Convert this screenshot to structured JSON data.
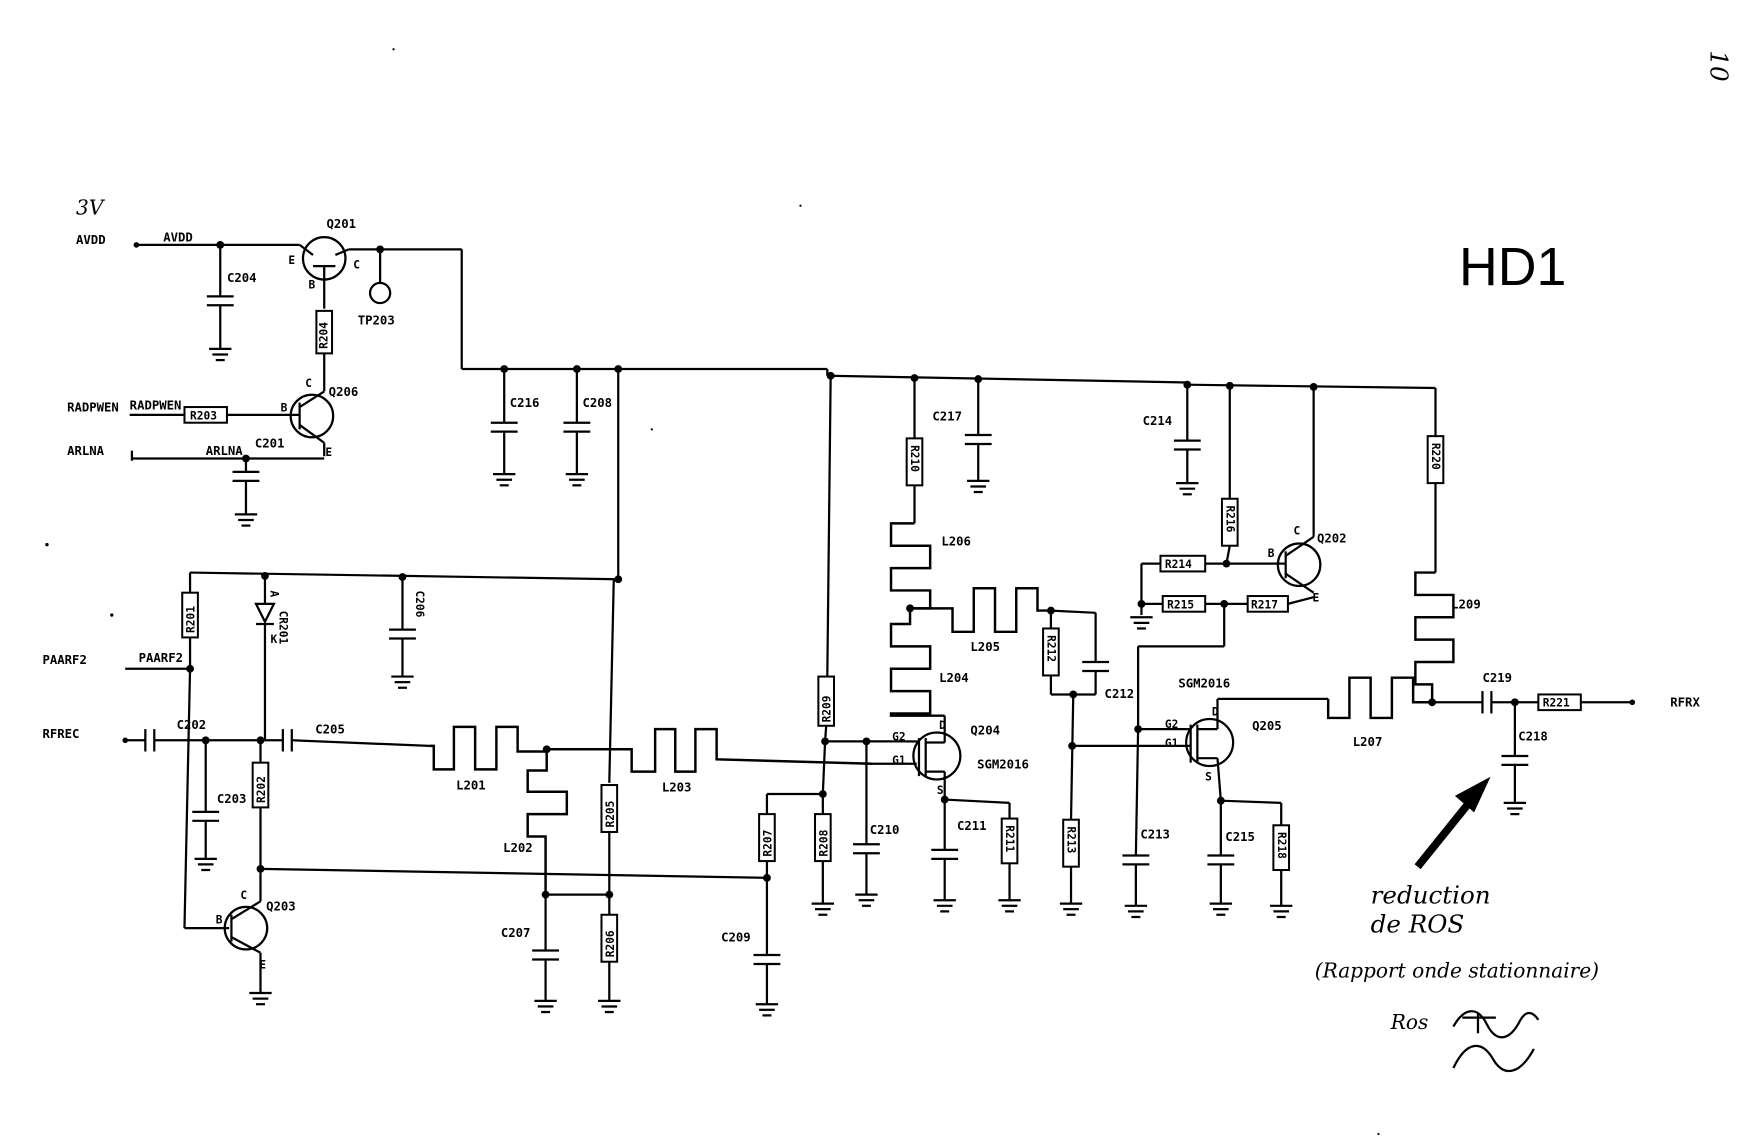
{
  "sheet": {
    "title": "HD1",
    "page_number": "10"
  },
  "nets": {
    "supply_voltage": "3V",
    "avdd": "AVDD",
    "radpwen": "RADPWEN",
    "arlna": "ARLNA",
    "paarf2": "PAARF2",
    "rfrec": "RFREC",
    "rfrx": "RFRX",
    "tp203": "TP203"
  },
  "transistors": {
    "q201": "Q201",
    "q206": "Q206",
    "q203": "Q203",
    "q202": "Q202",
    "q204": "Q204",
    "q205": "Q205",
    "fet_part": "SGM2016",
    "pin_b": "B",
    "pin_c": "C",
    "pin_e": "E",
    "pin_d": "D",
    "pin_s": "S",
    "pin_g1": "G1",
    "pin_g2": "G2",
    "pin_a": "A",
    "pin_k": "K"
  },
  "diode": {
    "cr201": "CR201"
  },
  "resistors": {
    "r201": "R201",
    "r202": "R202",
    "r203": "R203",
    "r204": "R204",
    "r205": "R205",
    "r206": "R206",
    "r207": "R207",
    "r208": "R208",
    "r209": "R209",
    "r210": "R210",
    "r211": "R211",
    "r212": "R212",
    "r213": "R213",
    "r214": "R214",
    "r215": "R215",
    "r216": "R216",
    "r217": "R217",
    "r218": "R218",
    "r220": "R220",
    "r221": "R221"
  },
  "capacitors": {
    "c201": "C201",
    "c202": "C202",
    "c203": "C203",
    "c204": "C204",
    "c205": "C205",
    "c206": "C206",
    "c207": "C207",
    "c208": "C208",
    "c209": "C209",
    "c210": "C210",
    "c211": "C211",
    "c212": "C212",
    "c213": "C213",
    "c214": "C214",
    "c215": "C215",
    "c216": "C216",
    "c217": "C217",
    "c218": "C218",
    "c219": "C219"
  },
  "inductors": {
    "l201": "L201",
    "l202": "L202",
    "l203": "L203",
    "l204": "L204",
    "l205": "L205",
    "l206": "L206",
    "l207": "L207",
    "l209": "L209"
  },
  "annotation": {
    "line1": "reduction",
    "line2": "de ROS",
    "line3": "(Rapport onde stationnaire)",
    "line4": "Ros"
  }
}
